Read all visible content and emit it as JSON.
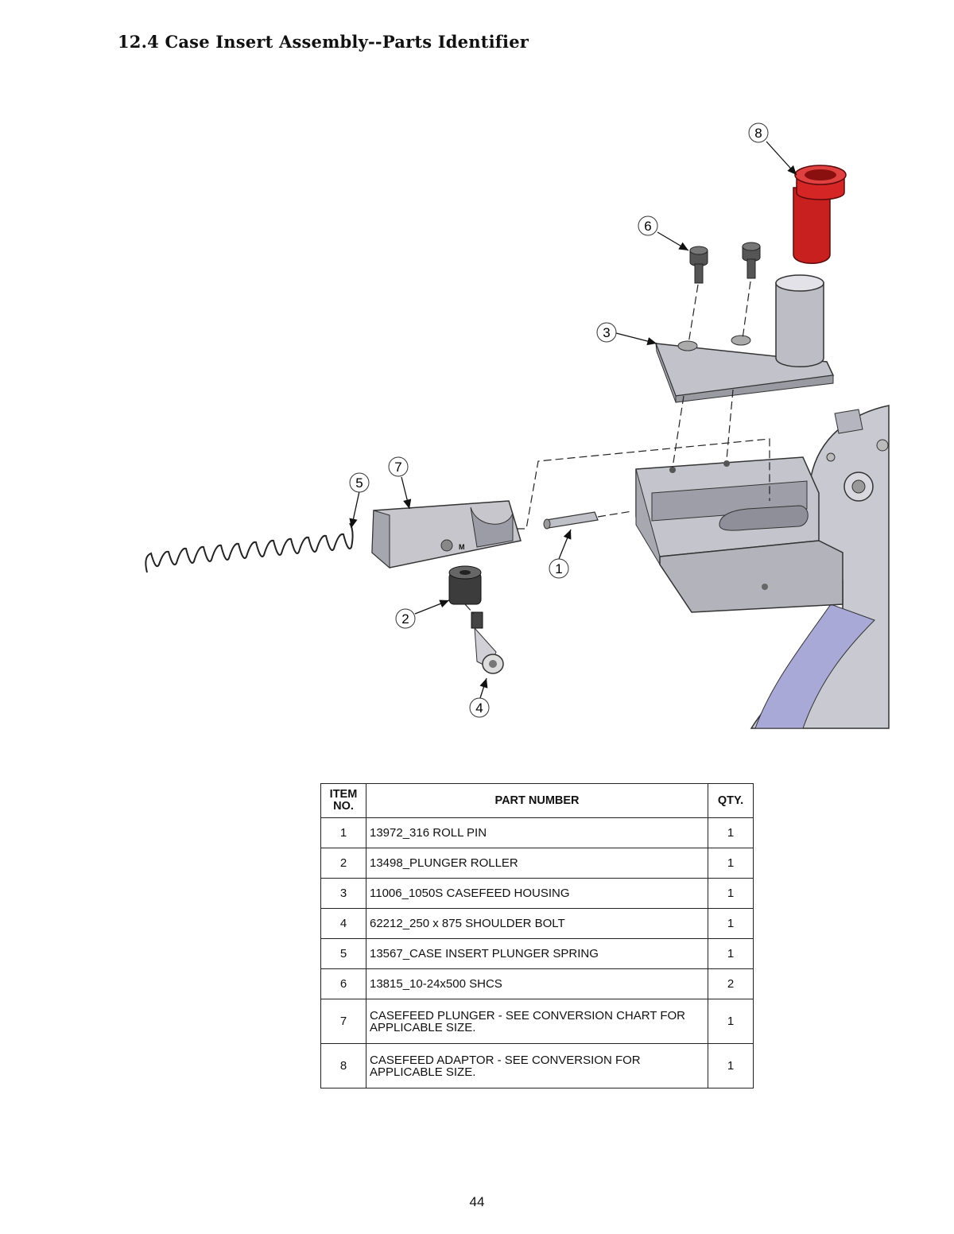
{
  "heading": "12.4  Case Insert Assembly--Parts Identifier",
  "callouts": [
    "1",
    "2",
    "3",
    "4",
    "5",
    "6",
    "7",
    "8"
  ],
  "part_stamp": "M",
  "table": {
    "headers": {
      "item": "ITEM NO.",
      "part": "PART NUMBER",
      "qty": "QTY."
    },
    "rows": [
      {
        "no": "1",
        "part": "13972_316 ROLL PIN",
        "qty": "1"
      },
      {
        "no": "2",
        "part": "13498_PLUNGER ROLLER",
        "qty": "1"
      },
      {
        "no": "3",
        "part": "11006_1050S CASEFEED HOUSING",
        "qty": "1"
      },
      {
        "no": "4",
        "part": "62212_250 x 875 SHOULDER BOLT",
        "qty": "1"
      },
      {
        "no": "5",
        "part": "13567_CASE INSERT PLUNGER SPRING",
        "qty": "1"
      },
      {
        "no": "6",
        "part": "13815_10-24x500 SHCS",
        "qty": "2"
      },
      {
        "no": "7",
        "part": "CASEFEED PLUNGER - SEE CONVERSION CHART FOR APPLICABLE SIZE.",
        "qty": "1"
      },
      {
        "no": "8",
        "part": "CASEFEED ADAPTOR - SEE CONVERSION FOR APPLICABLE SIZE.",
        "qty": "1"
      }
    ]
  },
  "page_number": "44",
  "colors": {
    "adaptor": "#d21f1f",
    "metal": "#b9b9c2",
    "outline": "#333333"
  }
}
